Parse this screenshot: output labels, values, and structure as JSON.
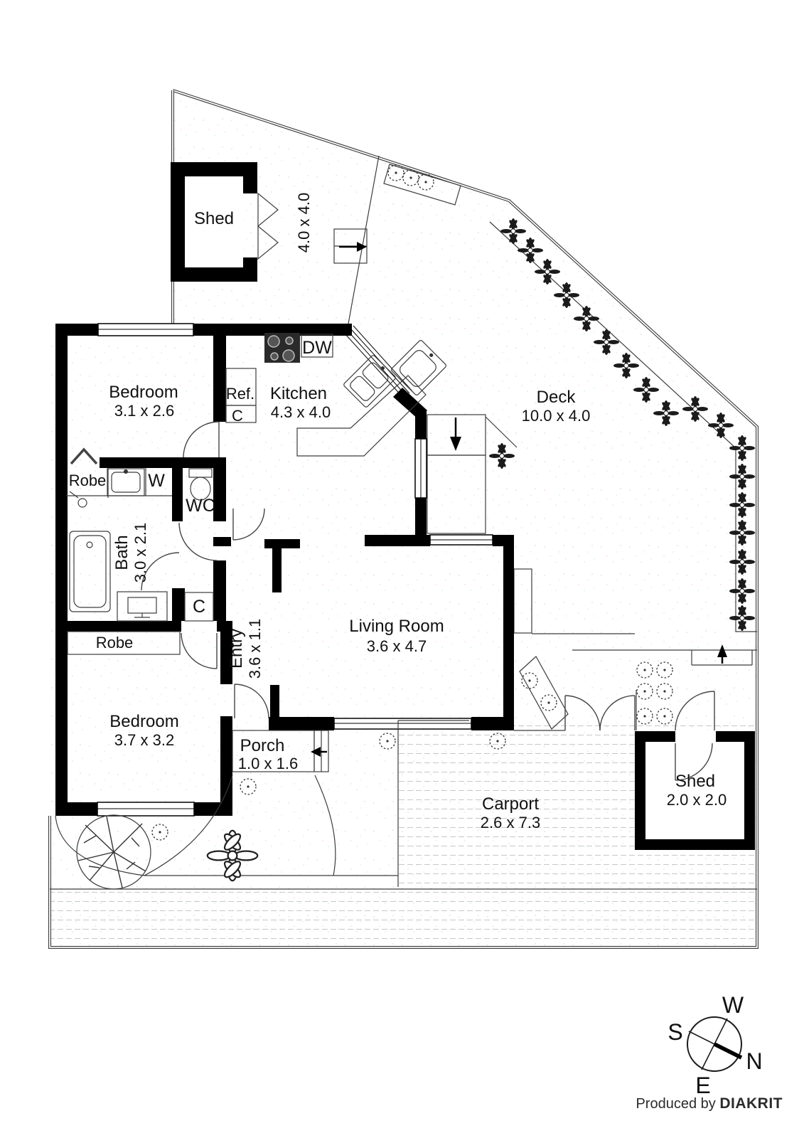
{
  "outbuildings": {
    "shed_nw": {
      "name": "Shed",
      "dims": "4.0 x 4.0"
    },
    "shed_se": {
      "name": "Shed",
      "dims": "2.0 x 2.0"
    }
  },
  "rooms": {
    "bedroom1": {
      "name": "Bedroom",
      "dims": "3.1 x 2.6"
    },
    "kitchen": {
      "name": "Kitchen",
      "dims": "4.3 x 4.0"
    },
    "deck": {
      "name": "Deck",
      "dims": "10.0 x 4.0"
    },
    "bath": {
      "name": "Bath",
      "dims": "3.0 x 2.1"
    },
    "entry": {
      "name": "Entry",
      "dims": "3.6 x 1.1"
    },
    "living": {
      "name": "Living Room",
      "dims": "3.6 x 4.7"
    },
    "bedroom2": {
      "name": "Bedroom",
      "dims": "3.7 x 3.2"
    },
    "porch": {
      "name": "Porch",
      "dims": "1.0 x 1.6"
    },
    "carport": {
      "name": "Carport",
      "dims": "2.6 x 7.3"
    }
  },
  "fixtures": {
    "dishwasher": "DW",
    "fridge": "Ref.",
    "cupboard_kitchen": "C",
    "washer": "W",
    "wc": "WC",
    "robe_bath": "Robe",
    "cupboard_hall": "C",
    "robe_bedroom2": "Robe"
  },
  "compass": {
    "west": "W",
    "south": "S",
    "north": "N",
    "east": "E"
  },
  "footer": {
    "prefix": "Produced by ",
    "brand": "DIAKRIT"
  },
  "colors": {
    "wall": "#000000",
    "boundary": "#3a3a3a",
    "text": "#111111",
    "paving": "#c8c8c8"
  }
}
